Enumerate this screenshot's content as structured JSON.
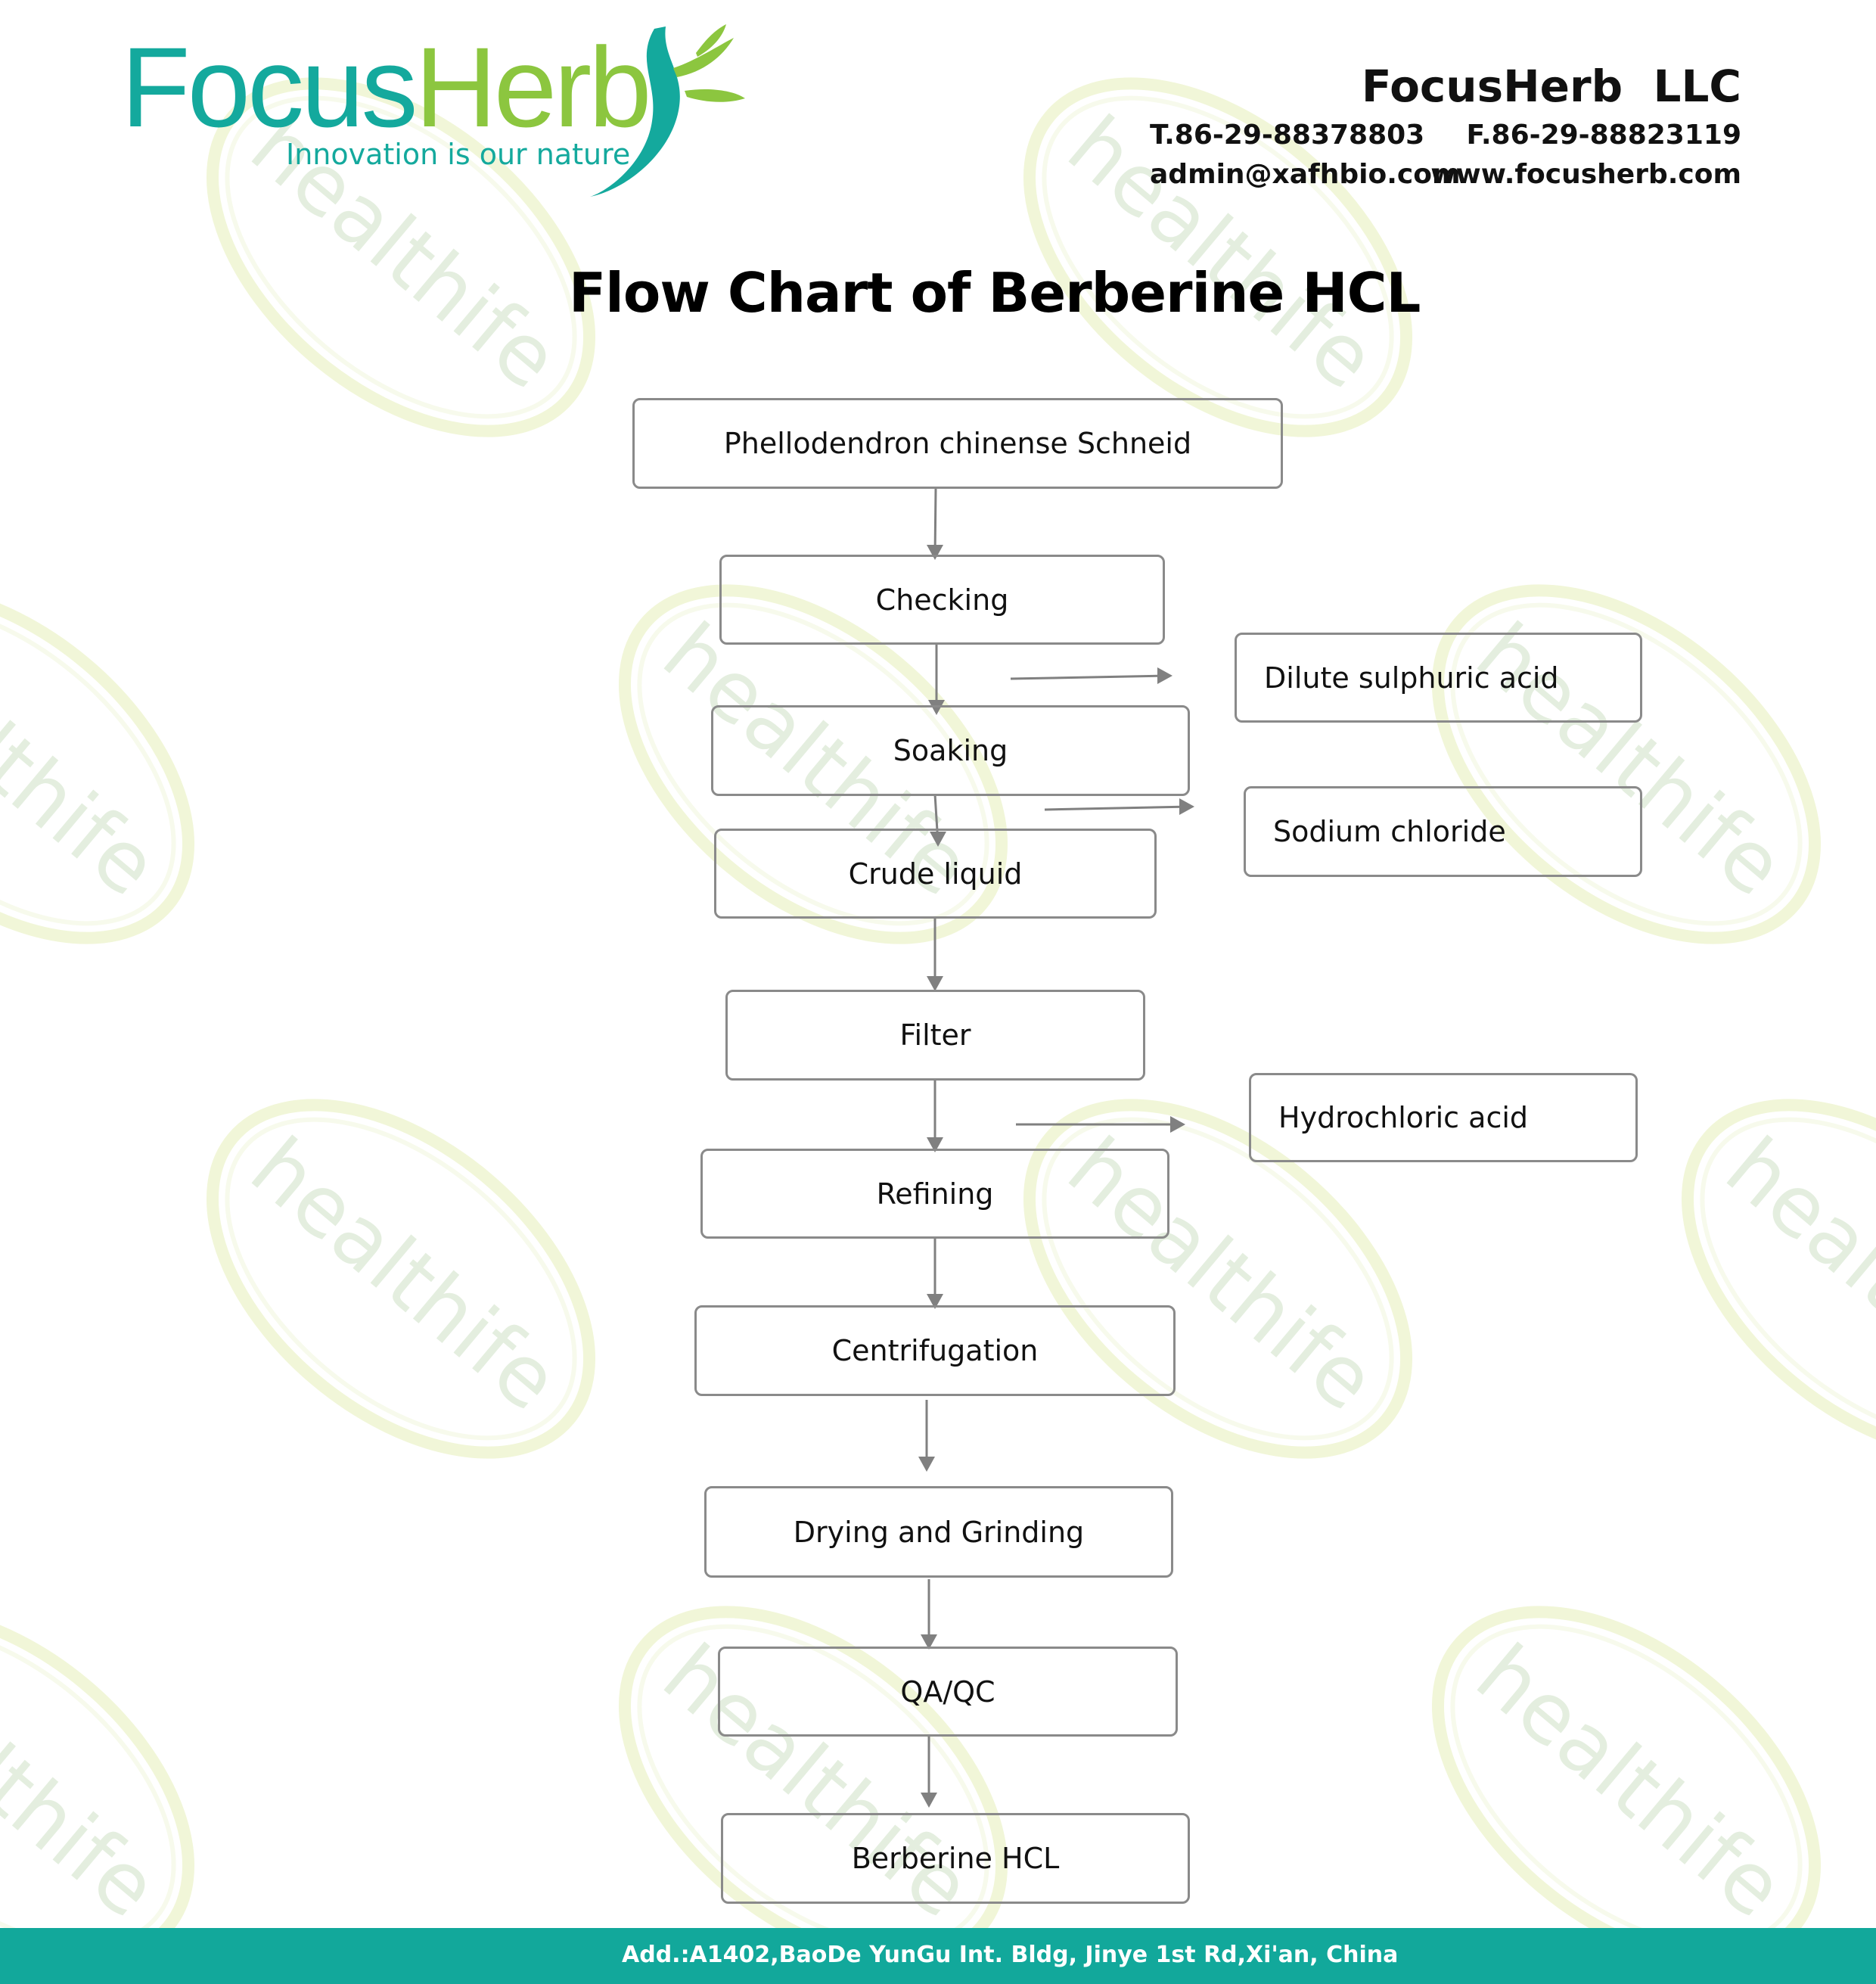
{
  "logo": {
    "focus": "Focus",
    "herb": "Herb",
    "tagline": "Innovation is our nature",
    "colors": {
      "teal": "#14a99d",
      "green": "#8cc63f"
    }
  },
  "header": {
    "company": "FocusHerb  LLC",
    "phone": "T.86-29-88378803",
    "fax": "F.86-29-88823119",
    "email": "admin@xafhbio.com",
    "website": "www.focusherb.com"
  },
  "title": "Flow Chart of Berberine HCL",
  "watermark": {
    "text": "healthife",
    "color": "#dbe9d5",
    "ring_color": "#f1f6d8"
  },
  "flow": {
    "steps": [
      "Phellodendron chinense Schneid",
      "Checking",
      "Soaking",
      "Crude liquid",
      "Filter",
      "Refining",
      "Centrifugation",
      "Drying and Grinding",
      "QA/QC",
      "Berberine HCL"
    ],
    "additives": [
      "Dilute sulphuric acid",
      "Sodium chloride",
      "Hydrochloric acid"
    ],
    "line_color": "#808080"
  },
  "footer": {
    "address": "Add.:A1402,BaoDe YunGu Int. Bldg, Jinye 1st Rd,Xi'an, China",
    "color": "#12a89b"
  }
}
